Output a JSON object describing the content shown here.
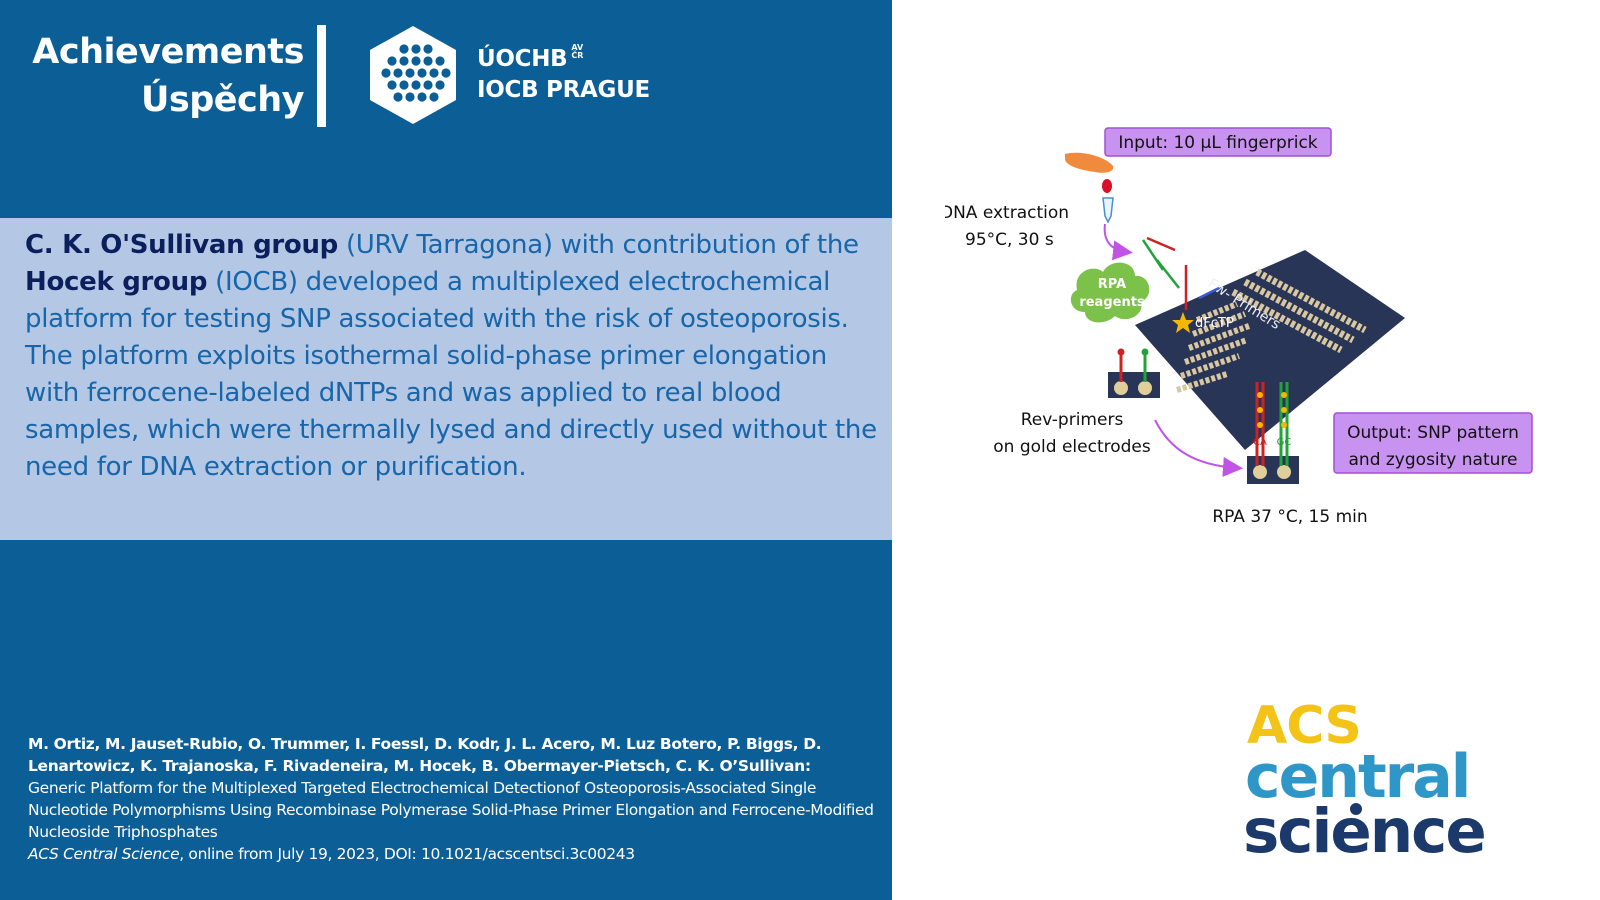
{
  "header": {
    "title_line1": "Achievements",
    "title_line2": "Úspěchy",
    "logo_line1": "ÚOCHB",
    "logo_avcr_line1": "AV",
    "logo_avcr_line2": "ČR",
    "logo_line2": "IOCB PRAGUE"
  },
  "summary": {
    "group1": "C. K. O'Sullivan group",
    "text1": " (URV Tarragona) with contribution of the ",
    "group2": "Hocek group",
    "text2": " (IOCB) developed a multiplexed electrochemical platform for testing SNP associated with the risk of osteoporosis. The platform exploits isothermal solid-phase primer elongation with ferrocene-labeled dNTPs and was applied to real blood samples, which were thermally lysed and directly used without the need for DNA extraction or purification."
  },
  "figure": {
    "input_label": "Input: 10 µL fingerprick",
    "dna_extraction": "DNA extraction",
    "dna_conditions": "95°C, 30 s",
    "rpa_reagents_1": "RPA",
    "rpa_reagents_2": "reagents",
    "fw_primers": "Fw- Primers",
    "dfctp": "dFcTP",
    "rev_primers_1": "Rev-primers",
    "rev_primers_2": "on gold electrodes",
    "output_line1": "Output: SNP pattern",
    "output_line2": "and zygosity nature",
    "rpa_conditions": "RPA 37 °C, 15 min",
    "label_ca": "CA",
    "label_gc": "GC",
    "colors": {
      "magenta_box": "#c792f0",
      "magenta_border": "#a34fd6",
      "arrow": "#c154e6",
      "cloud": "#7cc24a",
      "chip": "#283556",
      "electrode_red": "#cc2222",
      "electrode_green": "#22a33a",
      "star": "#f5b700"
    }
  },
  "citation": {
    "authors": "M. Ortiz, M. Jauset-Rubio, O. Trummer, I. Foessl, D. Kodr, J. L. Acero, M. Luz Botero, P. Biggs, D. Lenartowicz, K. Trajanoska, F. Rivadeneira, M. Hocek, B. Obermayer-Pietsch, C. K. O’Sullivan:",
    "title": "Generic Platform for the Multiplexed Targeted Electrochemical Detectionof Osteoporosis-Associated Single Nucleotide Polymorphisms Using Recombinase Polymerase Solid-Phase Primer Elongation and Ferrocene-Modified Nucleoside Triphosphates",
    "journal": "ACS Central Science",
    "details": ", online from July 19, 2023, DOI: 10.1021/acscentsci.3c00243"
  },
  "acs_logo": {
    "line1": "ACS",
    "line2": "central",
    "line3": "science",
    "colors": {
      "acs": "#f3c317",
      "central": "#2f97c8",
      "science": "#1b3a6b"
    }
  },
  "colors": {
    "panel": "#0b5e96",
    "summary_band": "#b4c7e5",
    "summary_text": "#1766a9",
    "summary_bold": "#0b1f5c"
  }
}
